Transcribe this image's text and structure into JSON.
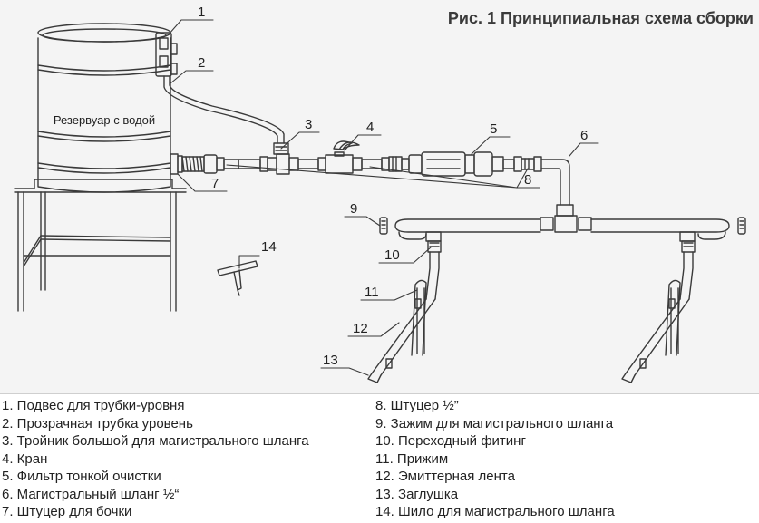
{
  "title": "Рис. 1 Принципиальная схема сборки",
  "tank_label": "Резервуар с водой",
  "callouts": [
    "1",
    "2",
    "3",
    "4",
    "5",
    "6",
    "7",
    "8",
    "9",
    "10",
    "11",
    "12",
    "13",
    "14"
  ],
  "legend_left": [
    "1. Подвес для трубки-уровня",
    "2. Прозрачная трубка уровень",
    "3. Тройник большой для магистрального шланга",
    "4. Кран",
    "5. Фильтр тонкой очистки",
    "6. Магистральный шланг ½“",
    "7. Штуцер для бочки"
  ],
  "legend_right": [
    "8. Штуцер ½”",
    "9. Зажим для магистрального шланга",
    "10. Переходный фитинг",
    "11. Прижим",
    "12. Эмиттерная лента",
    "13. Заглушка",
    "14. Шило для магистрального шланга"
  ]
}
